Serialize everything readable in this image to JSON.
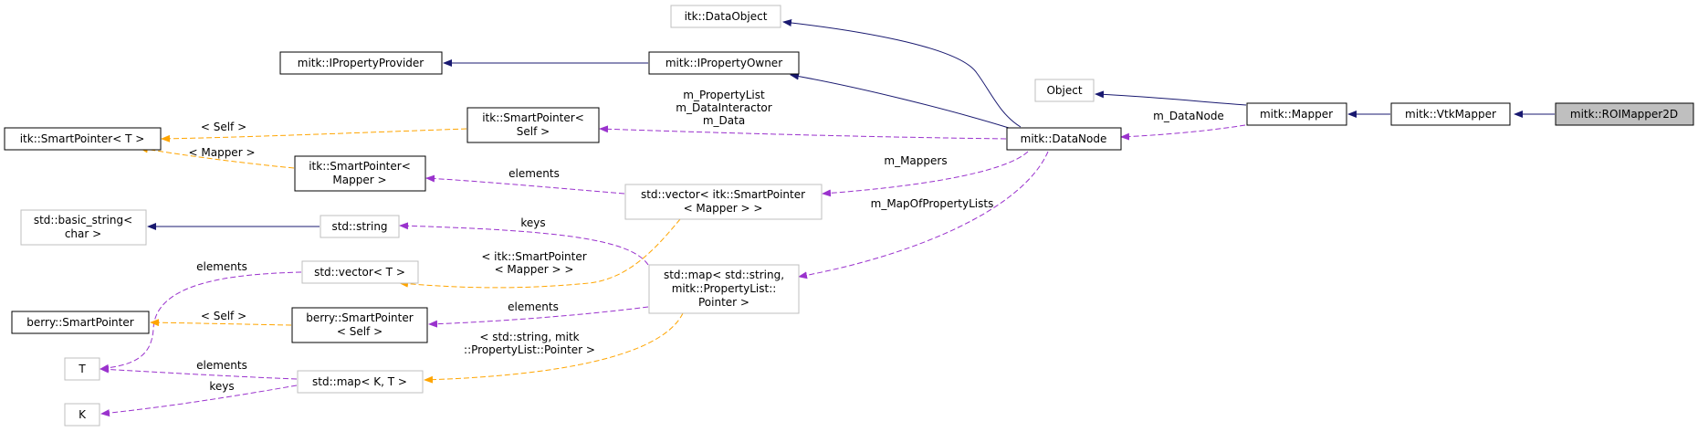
{
  "colors": {
    "inheritance": "#191970",
    "usage": "#9a32cd",
    "template": "#ffa500",
    "documented_border": "#000000",
    "undocumented_border": "#bfbfbf",
    "focus_fill": "#bfbfbf"
  },
  "nodes": {
    "roimapper2d": {
      "lines": [
        "mitk::ROIMapper2D"
      ]
    },
    "vtkmapper": {
      "lines": [
        "mitk::VtkMapper"
      ]
    },
    "mapper": {
      "lines": [
        "mitk::Mapper"
      ]
    },
    "object": {
      "lines": [
        "Object"
      ]
    },
    "datanode": {
      "lines": [
        "mitk::DataNode"
      ]
    },
    "itk_dataobject": {
      "lines": [
        "itk::DataObject"
      ]
    },
    "ipropertyowner": {
      "lines": [
        "mitk::IPropertyOwner"
      ]
    },
    "ipropertyprovider": {
      "lines": [
        "mitk::IPropertyProvider"
      ]
    },
    "smartptr_self": {
      "lines": [
        "itk::SmartPointer<",
        "Self >"
      ]
    },
    "itk_smartptr_t": {
      "lines": [
        "itk::SmartPointer< T >"
      ]
    },
    "smartptr_mapper": {
      "lines": [
        "itk::SmartPointer<",
        "Mapper >"
      ]
    },
    "vector_smartptr": {
      "lines": [
        "std::vector< itk::SmartPointer",
        "< Mapper > >"
      ]
    },
    "basic_string": {
      "lines": [
        "std::basic_string<",
        "char >"
      ]
    },
    "std_string": {
      "lines": [
        "std::string"
      ]
    },
    "vector_t": {
      "lines": [
        "std::vector< T >"
      ]
    },
    "map_string": {
      "lines": [
        "std::map< std::string,",
        "mitk::PropertyList::",
        "Pointer >"
      ]
    },
    "berry_smartptr": {
      "lines": [
        "berry::SmartPointer"
      ]
    },
    "berry_smartptr_self": {
      "lines": [
        "berry::SmartPointer",
        "< Self >"
      ]
    },
    "t": {
      "lines": [
        "T"
      ]
    },
    "map_kt": {
      "lines": [
        "std::map< K, T >"
      ]
    },
    "k": {
      "lines": [
        "K"
      ]
    }
  },
  "edge_labels": {
    "m_datanode": [
      "m_DataNode"
    ],
    "propertylist": [
      "m_PropertyList",
      "m_DataInteractor",
      "m_Data"
    ],
    "m_mappers": [
      "m_Mappers"
    ],
    "m_mapofpropertylists": [
      "m_MapOfPropertyLists"
    ],
    "self_itk": [
      "< Self >"
    ],
    "mapper_itk": [
      "< Mapper >"
    ],
    "elements_vec": [
      "elements"
    ],
    "keys_string": [
      "keys"
    ],
    "smartptr_mapper_tmpl": [
      "< itk::SmartPointer",
      "< Mapper > >"
    ],
    "elements_vector_t": [
      "elements"
    ],
    "elements_berry": [
      "elements"
    ],
    "self_berry": [
      "< Self >"
    ],
    "map_tmpl": [
      "< std::string, mitk",
      "::PropertyList::Pointer >"
    ],
    "elements_t": [
      "elements"
    ],
    "keys_k": [
      "keys"
    ]
  }
}
